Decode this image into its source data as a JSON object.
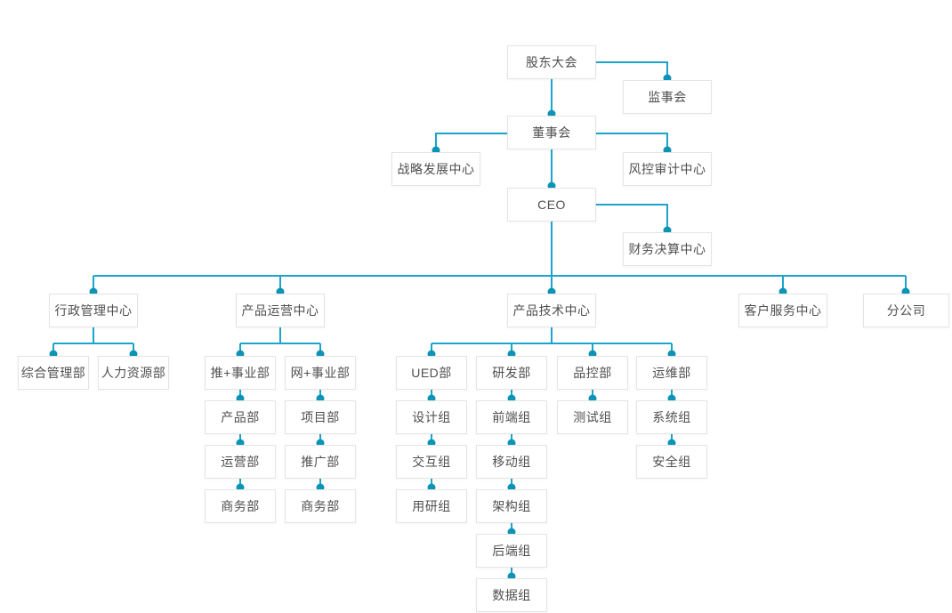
{
  "diagram": {
    "type": "org-chart",
    "colors": {
      "line": "#1ea3cc",
      "dot": "#0d93b6",
      "box_background": "#ffffff",
      "box_border": "#e4e4e4",
      "text": "#4f4f4f",
      "page_background": "#ffffff"
    },
    "nodes": [
      {
        "id": "shareholders-meeting",
        "label": "股东大会"
      },
      {
        "id": "supervisory-board",
        "label": "监事会"
      },
      {
        "id": "board-of-directors",
        "label": "董事会"
      },
      {
        "id": "strategy-development-center",
        "label": "战略发展中心"
      },
      {
        "id": "risk-audit-center",
        "label": "风控审计中心"
      },
      {
        "id": "ceo",
        "label": "CEO"
      },
      {
        "id": "finance-settlement-center",
        "label": "财务决算中心"
      },
      {
        "id": "admin-management-center",
        "label": "行政管理中心"
      },
      {
        "id": "product-operations-center",
        "label": "产品运营中心"
      },
      {
        "id": "product-technology-center",
        "label": "产品技术中心"
      },
      {
        "id": "customer-service-center",
        "label": "客户服务中心"
      },
      {
        "id": "branch-company",
        "label": "分公司"
      },
      {
        "id": "general-management-dept",
        "label": "综合管理部"
      },
      {
        "id": "human-resources-dept",
        "label": "人力资源部"
      },
      {
        "id": "tui-plus-business-dept",
        "label": "推+事业部"
      },
      {
        "id": "wang-plus-business-dept",
        "label": "网+事业部"
      },
      {
        "id": "product-dept",
        "label": "产品部"
      },
      {
        "id": "project-dept",
        "label": "项目部"
      },
      {
        "id": "operations-dept",
        "label": "运营部"
      },
      {
        "id": "promotion-dept",
        "label": "推广部"
      },
      {
        "id": "business-dept-left",
        "label": "商务部"
      },
      {
        "id": "business-dept-right",
        "label": "商务部"
      },
      {
        "id": "ued-dept",
        "label": "UED部"
      },
      {
        "id": "rnd-dept",
        "label": "研发部"
      },
      {
        "id": "quality-control-dept",
        "label": "品控部"
      },
      {
        "id": "ops-maintenance-dept",
        "label": "运维部"
      },
      {
        "id": "design-group",
        "label": "设计组"
      },
      {
        "id": "frontend-group",
        "label": "前端组"
      },
      {
        "id": "testing-group",
        "label": "测试组"
      },
      {
        "id": "system-group",
        "label": "系统组"
      },
      {
        "id": "interaction-group",
        "label": "交互组"
      },
      {
        "id": "mobile-group",
        "label": "移动组"
      },
      {
        "id": "security-group",
        "label": "安全组"
      },
      {
        "id": "user-research-group",
        "label": "用研组"
      },
      {
        "id": "architecture-group",
        "label": "架构组"
      },
      {
        "id": "backend-group",
        "label": "后端组"
      },
      {
        "id": "data-group",
        "label": "数据组"
      }
    ],
    "links": [
      {
        "from": "shareholders-meeting",
        "to": "supervisory-board"
      },
      {
        "from": "shareholders-meeting",
        "to": "board-of-directors"
      },
      {
        "from": "board-of-directors",
        "to": "strategy-development-center"
      },
      {
        "from": "board-of-directors",
        "to": "risk-audit-center"
      },
      {
        "from": "board-of-directors",
        "to": "ceo"
      },
      {
        "from": "ceo",
        "to": "finance-settlement-center"
      },
      {
        "from": "ceo",
        "to": "admin-management-center"
      },
      {
        "from": "ceo",
        "to": "product-operations-center"
      },
      {
        "from": "ceo",
        "to": "product-technology-center"
      },
      {
        "from": "ceo",
        "to": "customer-service-center"
      },
      {
        "from": "ceo",
        "to": "branch-company"
      },
      {
        "from": "admin-management-center",
        "to": "general-management-dept"
      },
      {
        "from": "admin-management-center",
        "to": "human-resources-dept"
      },
      {
        "from": "product-operations-center",
        "to": "tui-plus-business-dept"
      },
      {
        "from": "product-operations-center",
        "to": "wang-plus-business-dept"
      },
      {
        "from": "tui-plus-business-dept",
        "to": "product-dept"
      },
      {
        "from": "product-dept",
        "to": "operations-dept"
      },
      {
        "from": "operations-dept",
        "to": "business-dept-left"
      },
      {
        "from": "wang-plus-business-dept",
        "to": "project-dept"
      },
      {
        "from": "project-dept",
        "to": "promotion-dept"
      },
      {
        "from": "promotion-dept",
        "to": "business-dept-right"
      },
      {
        "from": "product-technology-center",
        "to": "ued-dept"
      },
      {
        "from": "product-technology-center",
        "to": "rnd-dept"
      },
      {
        "from": "product-technology-center",
        "to": "quality-control-dept"
      },
      {
        "from": "product-technology-center",
        "to": "ops-maintenance-dept"
      },
      {
        "from": "ued-dept",
        "to": "design-group"
      },
      {
        "from": "design-group",
        "to": "interaction-group"
      },
      {
        "from": "interaction-group",
        "to": "user-research-group"
      },
      {
        "from": "rnd-dept",
        "to": "frontend-group"
      },
      {
        "from": "frontend-group",
        "to": "mobile-group"
      },
      {
        "from": "mobile-group",
        "to": "architecture-group"
      },
      {
        "from": "architecture-group",
        "to": "backend-group"
      },
      {
        "from": "backend-group",
        "to": "data-group"
      },
      {
        "from": "quality-control-dept",
        "to": "testing-group"
      },
      {
        "from": "ops-maintenance-dept",
        "to": "system-group"
      },
      {
        "from": "system-group",
        "to": "security-group"
      }
    ]
  }
}
